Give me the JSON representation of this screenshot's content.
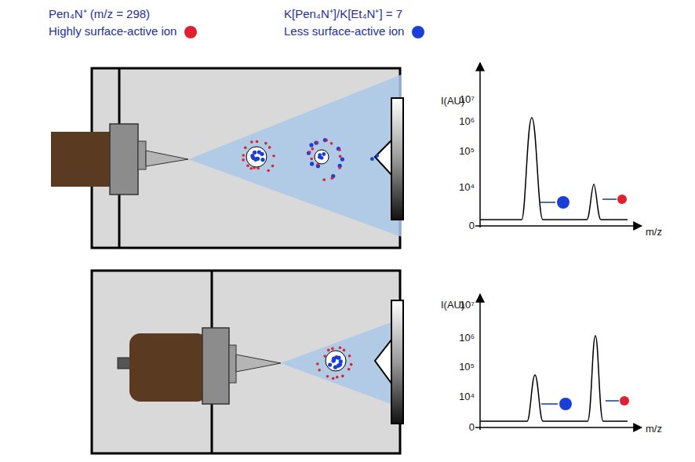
{
  "diagram": {
    "labels": [
      "Pen₄N⁺ (m/z = 298)",
      "K[Pen₄N⁺]/K[Et₄N⁺] = 7",
      "I(AU)",
      "10⁷",
      "10⁶",
      "10⁵",
      "10⁴",
      "0",
      "m/z",
      "I(AU)",
      "10⁷",
      "10⁶",
      "10⁵",
      "10⁴",
      "0",
      "m/z"
    ],
    "legend": [
      {
        "text": "Highly surface-active ion",
        "color": "#e0202e"
      },
      {
        "text": "Less surface-active ion",
        "color": "#1a3fd8"
      }
    ]
  }
}
